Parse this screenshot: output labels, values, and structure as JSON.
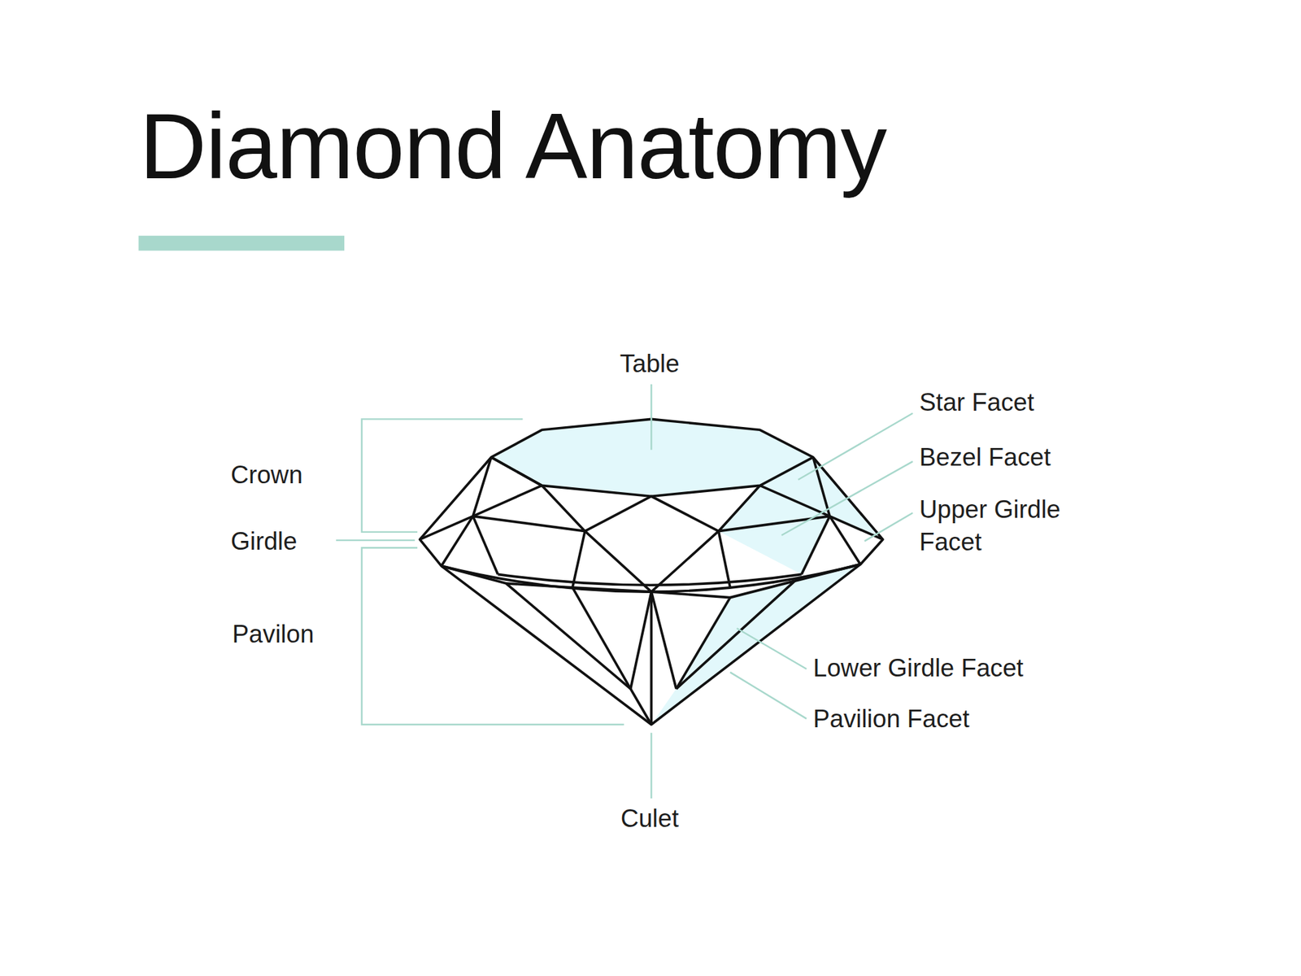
{
  "diagram": {
    "title": "Diamond Anatomy",
    "labels": [
      "Table",
      "Star Facet",
      "Bezel Facet",
      "Upper Girdle Facet",
      "Crown",
      "Girdle",
      "Pavilon",
      "Lower Girdle Facet",
      "Pavilion Facet",
      "Culet"
    ]
  }
}
